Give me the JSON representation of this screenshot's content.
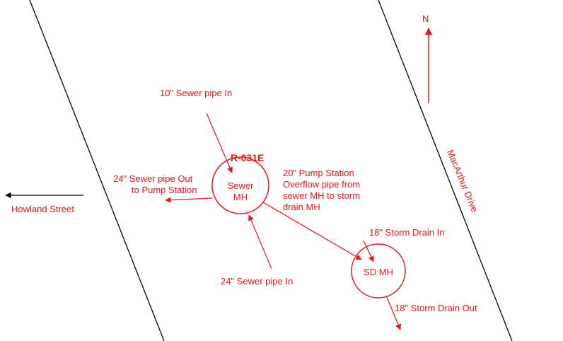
{
  "colors": {
    "accent": "#e8141b",
    "street_line": "#000000"
  },
  "north_label": "N",
  "streets": {
    "howland": "Howland Street",
    "macarthur": "MacArthur Drive"
  },
  "manholes": {
    "sewer": {
      "id": "R-031E",
      "line1": "Sewer",
      "line2": "MH"
    },
    "storm": {
      "label": "SD MH"
    }
  },
  "pipes": {
    "sewer_in_10": "10\" Sewer pipe In",
    "sewer_out_24": [
      "24\" Sewer pipe Out",
      "to Pump Station"
    ],
    "sewer_in_24": "24\" Sewer pipe In",
    "overflow_20": [
      "20\" Pump Station",
      "Overflow pipe from",
      "sewer MH to storm",
      "drain MH"
    ],
    "storm_in_18": "18\" Storm Drain In",
    "storm_out_18": "18\" Storm Drain Out"
  }
}
